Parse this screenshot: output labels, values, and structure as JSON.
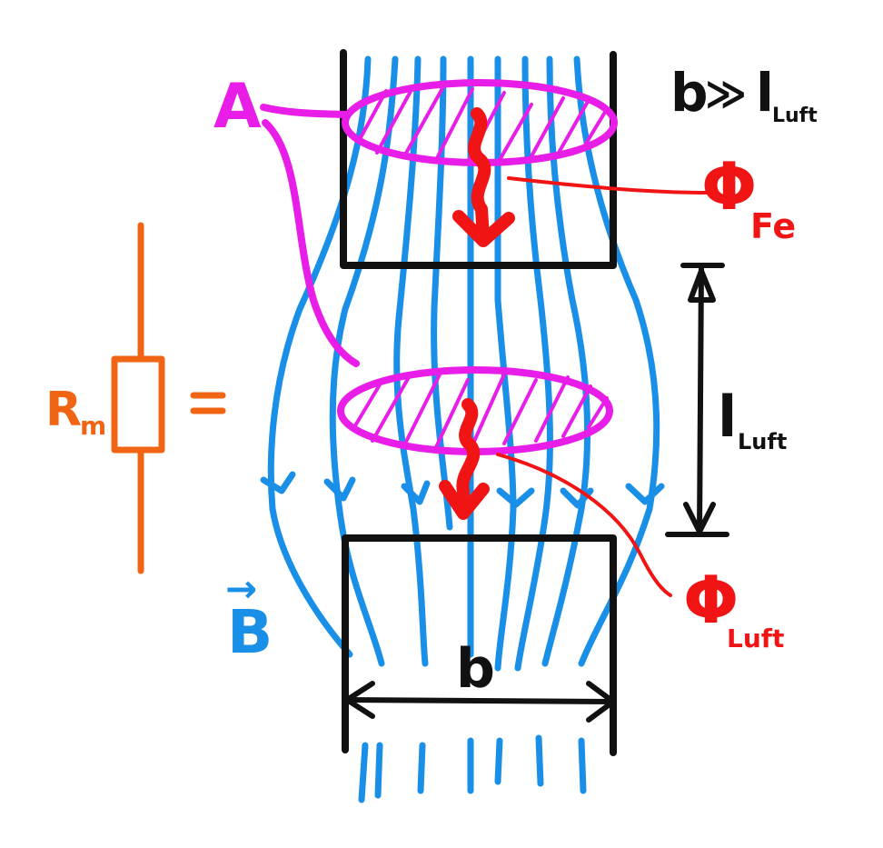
{
  "colors": {
    "black": "#111111",
    "field_blue": "#1a8fe8",
    "area_magenta": "#e81ee8",
    "flux_red": "#f01414",
    "resistor_orange": "#f06414"
  },
  "labels": {
    "area": "A",
    "condition_b": "b",
    "condition_rel": "≫",
    "condition_l": "l",
    "condition_sub": "Luft",
    "flux_fe": "Φ",
    "flux_fe_sub": "Fe",
    "air_gap_l": "l",
    "air_gap_sub": "Luft",
    "resistor": "R",
    "resistor_sub": "m",
    "equals": "=",
    "field": "B",
    "field_vector": "→",
    "flux_luft": "Φ",
    "flux_luft_sub": "Luft",
    "width": "b"
  }
}
